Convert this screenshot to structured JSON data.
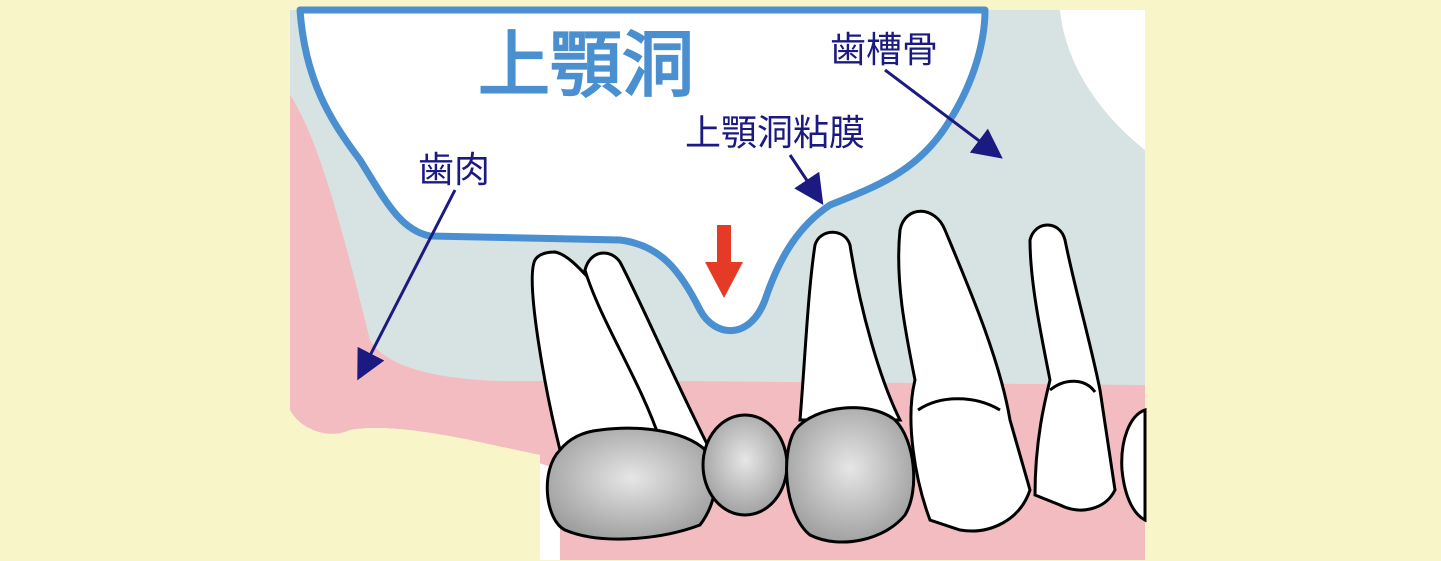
{
  "diagram": {
    "title": "上顎洞",
    "labels": {
      "gum": "歯肉",
      "alveolar_bone": "歯槽骨",
      "sinus_membrane": "上顎洞粘膜"
    },
    "colors": {
      "background": "#f8f5c9",
      "sinus": "#ffffff",
      "sinus_outline": "#4a8fd0",
      "bone": "#d7e3e3",
      "gum": "#f3bcc0",
      "label_text": "#1a1a80",
      "arrow_red": "#e53a26",
      "crown_gray": "#c8c8c8"
    },
    "icons": [
      "red-down-arrow-icon",
      "leader-arrow-icon"
    ]
  }
}
